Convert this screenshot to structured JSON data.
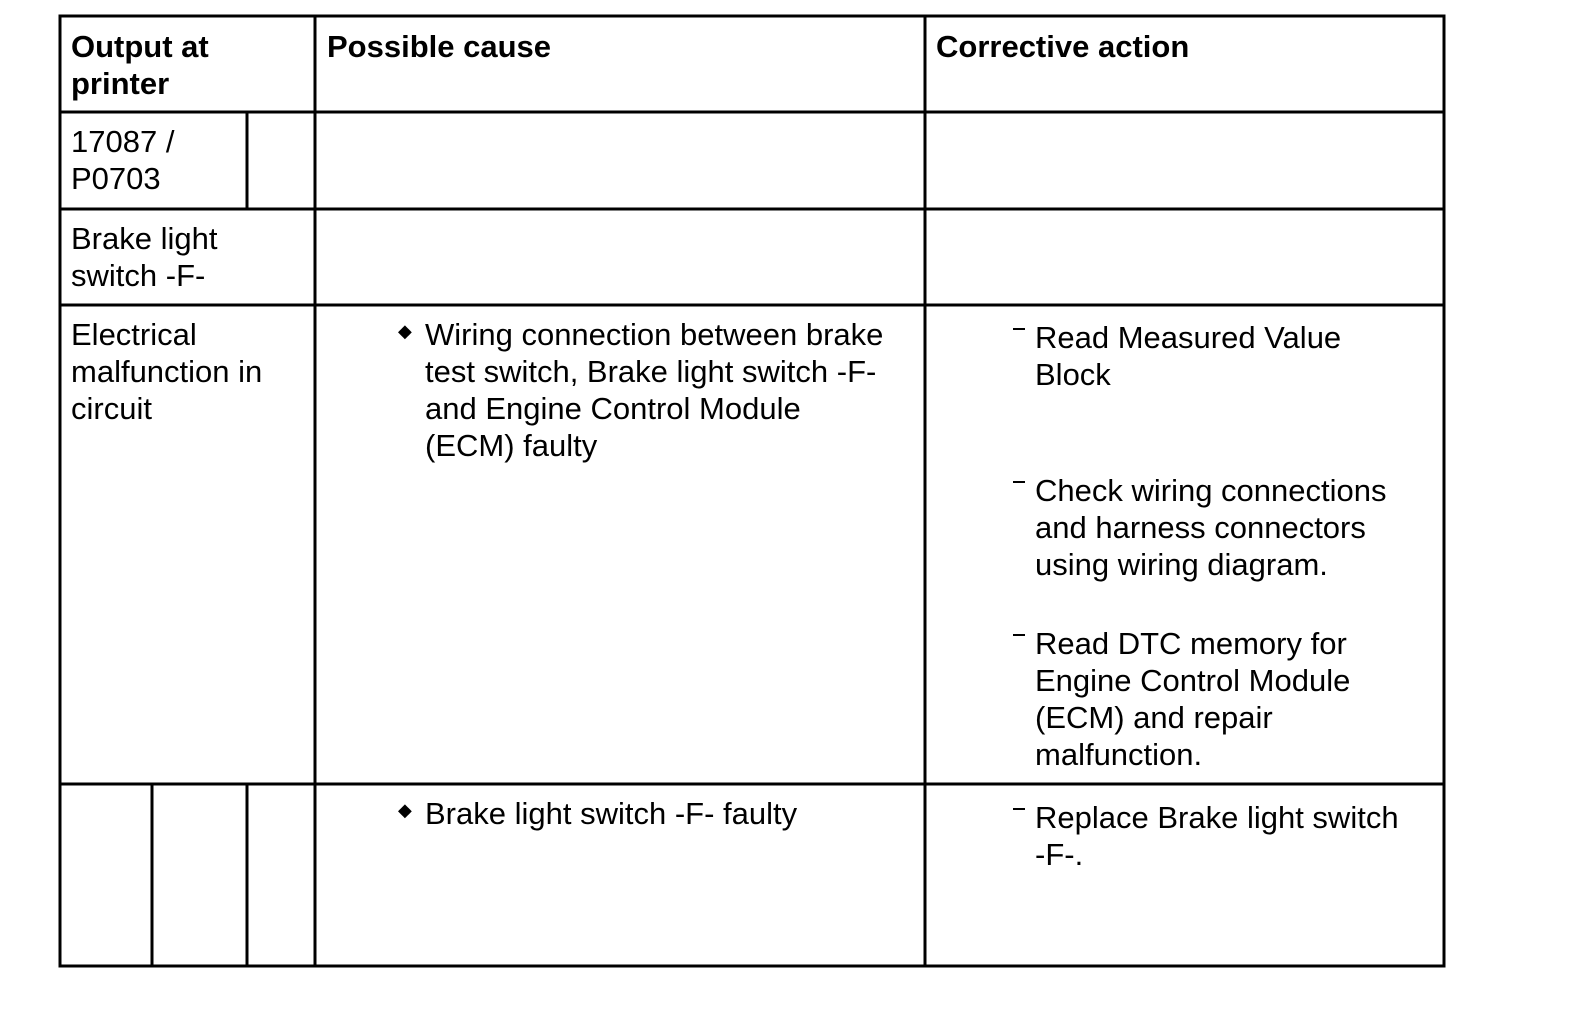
{
  "table": {
    "headers": {
      "output": "Output at\nprinter",
      "cause": "Possible cause",
      "action": "Corrective action"
    },
    "code": "17087 /\nP0703",
    "component": "Brake light\nswitch -F-",
    "fault": "Electrical\nmalfunction in\ncircuit",
    "causes": [
      {
        "marker": "◆",
        "text": "Wiring connection between brake\ntest switch, Brake light switch -F-\nand Engine Control Module\n(ECM) faulty"
      },
      {
        "marker": "◆",
        "text": "Brake light switch -F- faulty"
      }
    ],
    "actions": [
      "Read Measured Value\nBlock",
      "Check wiring connections\nand harness connectors\nusing wiring diagram.",
      "Read DTC memory for\nEngine Control Module\n(ECM) and repair\nmalfunction.",
      "Replace Brake light switch\n-F-."
    ]
  }
}
